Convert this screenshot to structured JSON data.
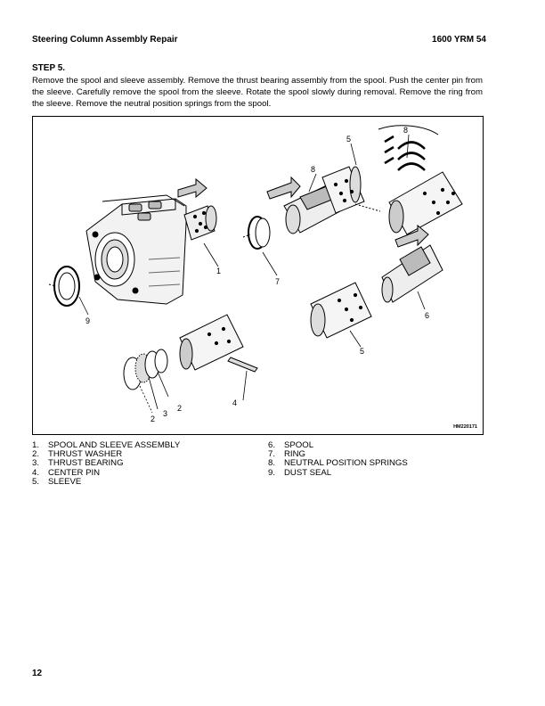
{
  "header": {
    "section_title": "Steering Column Assembly Repair",
    "doc_code": "1600 YRM 54"
  },
  "step": {
    "title": "STEP 5.",
    "text": "Remove the spool and sleeve assembly. Remove the thrust bearing assembly from the spool. Push the center pin from the sleeve. Carefully remove the spool from the sleeve. Rotate the spool slowly during removal. Remove the ring from the sleeve. Remove the neutral position springs from the spool."
  },
  "figure": {
    "id": "HM220171",
    "callouts": [
      "1",
      "2",
      "3",
      "2",
      "4",
      "5",
      "5",
      "6",
      "7",
      "8",
      "8",
      "9"
    ]
  },
  "legend": {
    "col1": [
      {
        "num": "1.",
        "label": "SPOOL AND SLEEVE ASSEMBLY"
      },
      {
        "num": "2.",
        "label": "THRUST WASHER"
      },
      {
        "num": "3.",
        "label": "THRUST BEARING"
      },
      {
        "num": "4.",
        "label": "CENTER PIN"
      },
      {
        "num": "5.",
        "label": "SLEEVE"
      }
    ],
    "col2": [
      {
        "num": "6.",
        "label": "SPOOL"
      },
      {
        "num": "7.",
        "label": "RING"
      },
      {
        "num": "8.",
        "label": "NEUTRAL POSITION SPRINGS"
      },
      {
        "num": "9.",
        "label": "DUST SEAL"
      }
    ]
  },
  "footer": {
    "page_number": "12"
  }
}
